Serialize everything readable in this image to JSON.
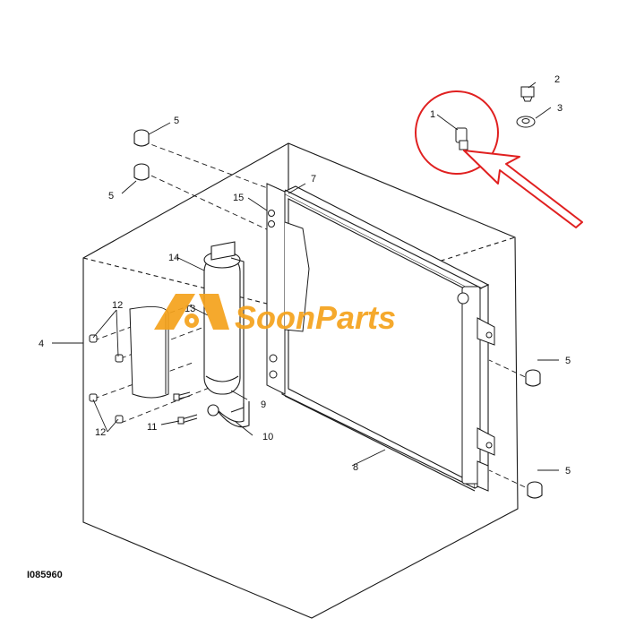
{
  "diagram": {
    "drawing_number": "I085960",
    "callouts": {
      "c1": "1",
      "c2": "2",
      "c3": "3",
      "c4": "4",
      "c5": "5",
      "c7": "7",
      "c8": "8",
      "c9": "9",
      "c10": "10",
      "c11": "11",
      "c12": "12",
      "c13": "13",
      "c14": "14",
      "c15": "15"
    }
  },
  "watermark": {
    "brand_text": "SoonParts",
    "color": "#f5a21c"
  },
  "highlight": {
    "color": "#e02020",
    "target_callout": "1"
  },
  "colors": {
    "line": "#1a1a1a",
    "fill": "#ffffff"
  }
}
